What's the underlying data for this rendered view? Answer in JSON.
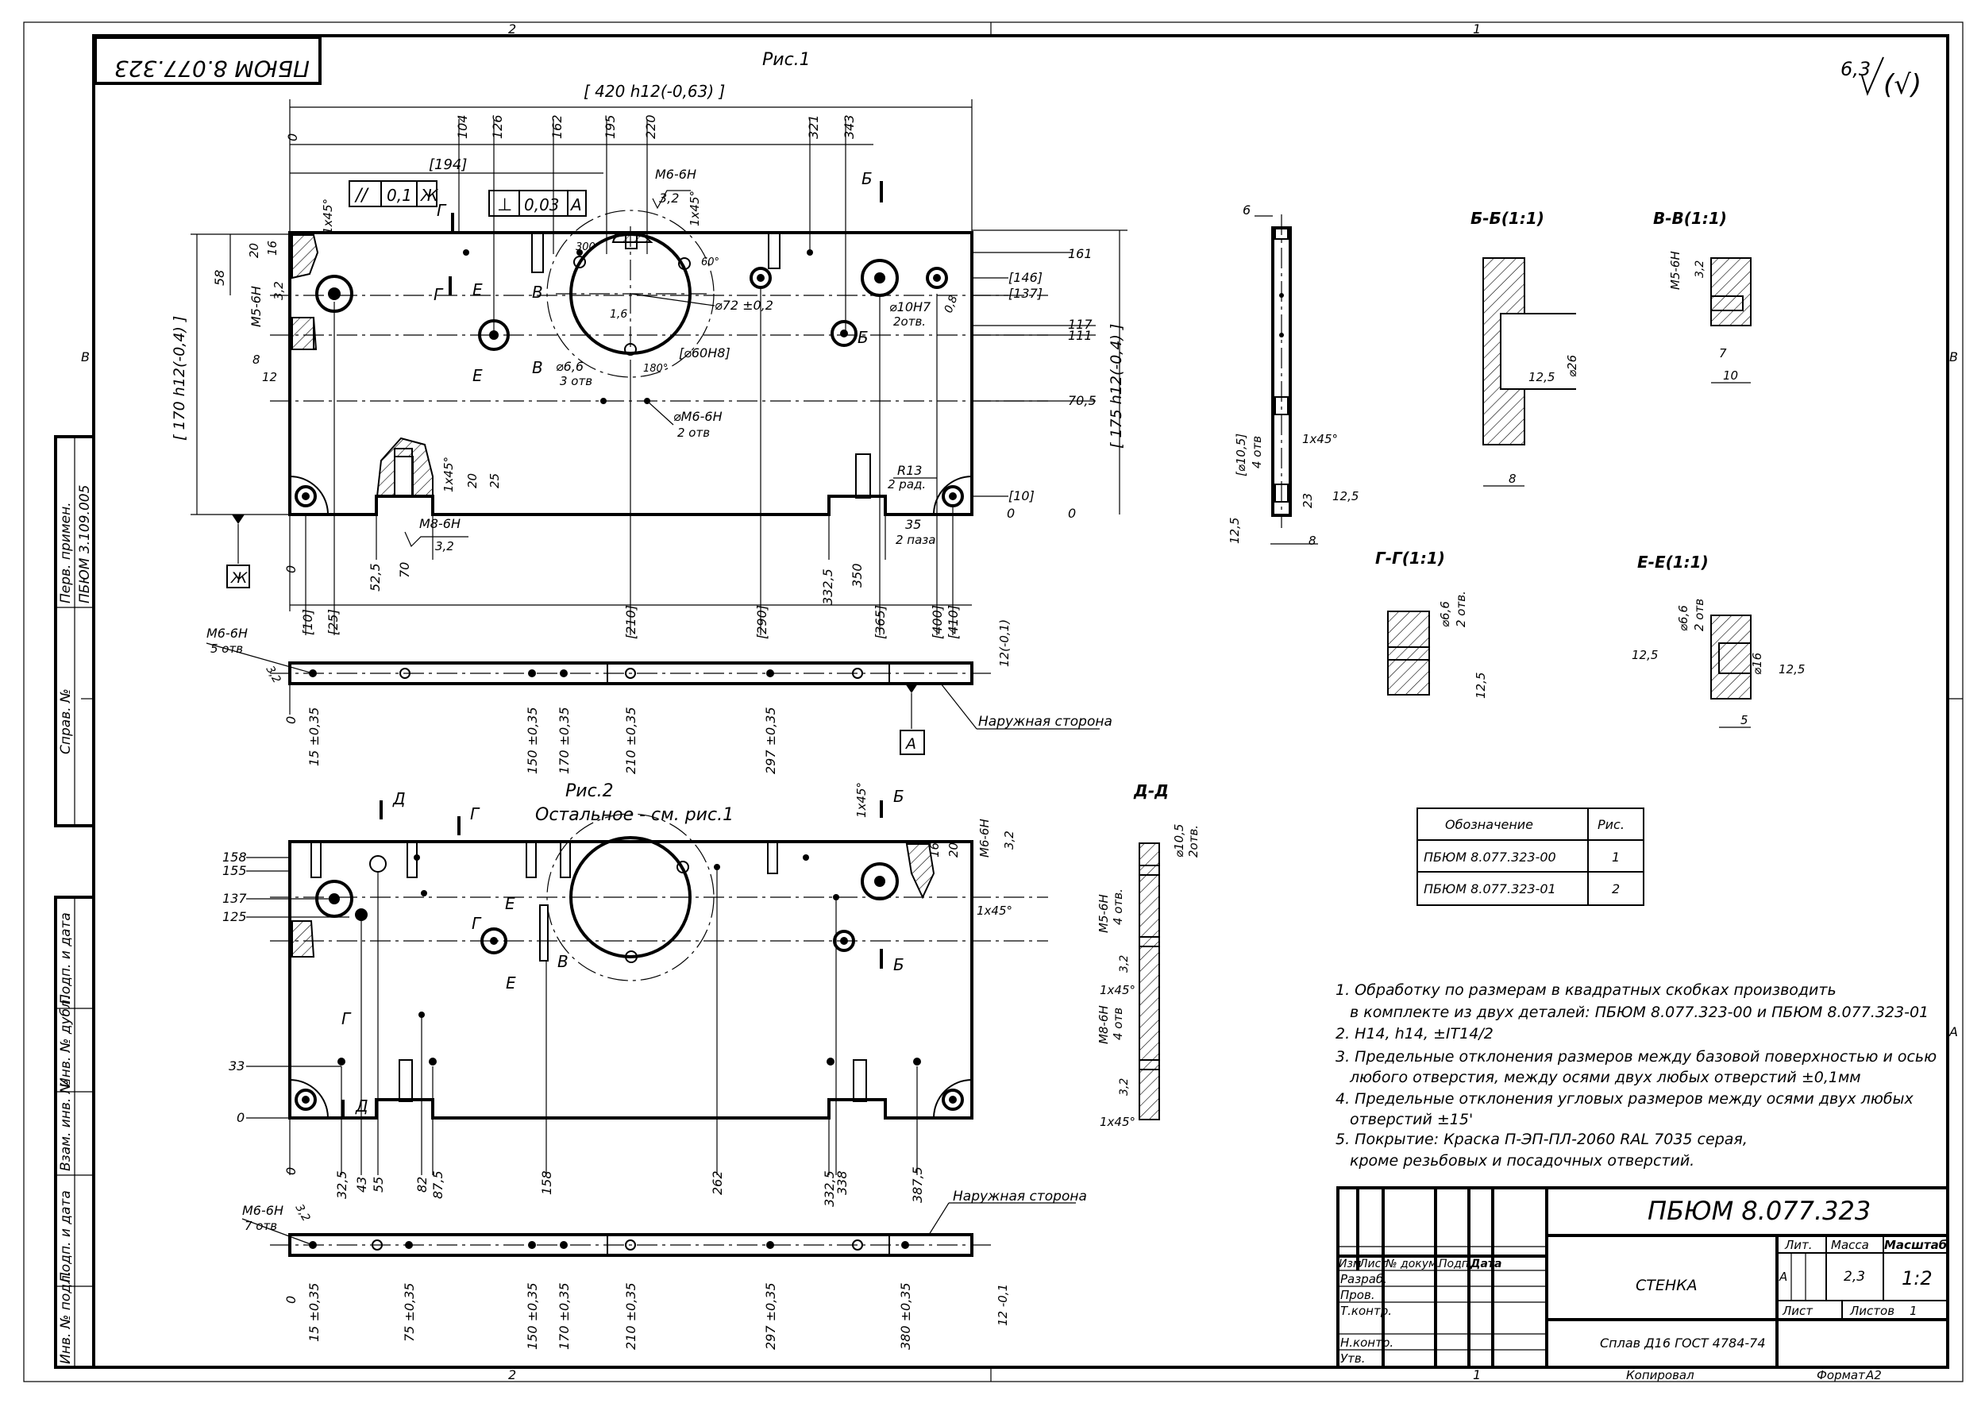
{
  "frame": {
    "zone_top_left": "2",
    "zone_top_right": "1",
    "zone_bottom_left": "2",
    "zone_bottom_right": "1",
    "zone_left_b": "B",
    "zone_right_b": "B",
    "zone_right_a": "A"
  },
  "stamp_code_mirrored": "ПБЮМ 8.077.323",
  "roughness": "6,3",
  "roughness_check": "(√)",
  "side_panels": {
    "perv_primen": "Перв. примен.",
    "perv_primen_value": "ПБЮМ 3.109.005",
    "sprav_no": "Справ. №",
    "podp_data_1": "Подп. и дата",
    "inv_dubl": "Инв. № дубл.",
    "vzam_inv": "Взам. инв. №",
    "podp_data_2": "Подп. и дата",
    "inv_podl": "Инв. № подл."
  },
  "fig1": {
    "caption": "Рис.1",
    "overall_width": "[ 420 h12(-0,63) ]",
    "top_dims": [
      "0",
      "104",
      "126",
      "162",
      "195",
      "220",
      "321",
      "343"
    ],
    "dim_194": "[194]",
    "tol_parallel": "//",
    "tol_parallel_val": "0,1",
    "tol_parallel_base": "Ж",
    "tol_perp": "⊥",
    "tol_perp_val": "0,03",
    "tol_perp_base": "A",
    "m6_top": "M6-6H",
    "r32_top": "3,2",
    "chamfer_top": "1x45°",
    "chamfer_left": "1x45°",
    "angle_300": "300",
    "angle_60": "60°",
    "angle_180": "180°",
    "d72": "⌀72 ±0,2",
    "d60": "[⌀60H8]",
    "d10h7": "⌀10H7",
    "d10h7_n": "2отв.",
    "d66": "⌀6,6",
    "d66_n": "3 отв",
    "dm6": "⌀M6-6H",
    "dm6_n": "2 отв",
    "r16": "1,6",
    "r08": "0,8",
    "m5": "M5-6H",
    "v32": "3,2",
    "dim_58": "58",
    "dim_20": "20",
    "dim_16": "16",
    "dim_8": "8",
    "dim_12": "12",
    "height_left": "[ 170 h12(-0,4) ]",
    "height_right": "[ 175 h12(-0,4) ]",
    "right_dims": [
      "161",
      "[146]",
      "[137]",
      "117",
      "111",
      "70,5",
      "[10]",
      "0",
      "0"
    ],
    "sect_b": "Б",
    "sect_v": "В",
    "sect_g": "Г",
    "sect_e": "Е",
    "r13": "R13",
    "r13_n": "2 рад.",
    "m8": "M8-6H",
    "m8_r": "3,2",
    "chamfer_m8": "1x45°",
    "dim_20b": "20",
    "dim_25": "25",
    "dim_35": "35",
    "dim_35_n": "2 паза",
    "base_zh": "Ж",
    "bottom_dims": [
      "0",
      "52,5",
      "70",
      "332,5",
      "350"
    ],
    "bracket_dims": [
      "[10]",
      "[25]",
      "[210]",
      "[290]",
      "[365]",
      "[400]",
      "[410]"
    ]
  },
  "strip1": {
    "m6": "M6-6H",
    "m6_n": "5 отв",
    "v32": "3,2",
    "thick": "12(-0,1)",
    "outer_side": "Наружная сторона",
    "base_a": "A",
    "dims": [
      "0",
      "15 ±0,35",
      "150 ±0,35",
      "170 ±0,35",
      "210 ±0,35",
      "297 ±0,35"
    ]
  },
  "fig2": {
    "caption": "Рис.2",
    "note": "Остальное - см. рис.1",
    "left_dims": [
      "158",
      "155",
      "137",
      "125",
      "33",
      "0"
    ],
    "bottom_dims": [
      "0",
      "32,5",
      "43",
      "55",
      "82",
      "87,5",
      "158",
      "262",
      "332,5",
      "338",
      "387,5"
    ],
    "sect_d": "Д",
    "sect_g": "Г",
    "sect_e": "Е",
    "sect_v": "В",
    "sect_b": "Б",
    "chamfer_top": "1x45°",
    "m6": "M6-6H",
    "r32": "3,2",
    "dim_16": "16",
    "dim_20": "20",
    "chamfer_r": "1x45°"
  },
  "strip2": {
    "m6": "M6-6H",
    "m6_n": "7 отв",
    "v32": "3,2",
    "outer_side": "Наружная сторона",
    "thick": "12 -0,1",
    "dims": [
      "0",
      "15 ±0,35",
      "75 ±0,35",
      "150 ±0,35",
      "170 ±0,35",
      "210 ±0,35",
      "297 ±0,35",
      "380 ±0,35"
    ]
  },
  "side_view": {
    "dim_6": "6",
    "d105": "[⌀10,5]",
    "d105_n": "4 отв",
    "chamfer": "1x45°",
    "dim_23": "23",
    "dim_125": "12,5",
    "dim_125b": "12,5",
    "dim_8": "8"
  },
  "section_bb": {
    "title": "Б-Б(1:1)",
    "d26": "⌀26",
    "r125": "12,5",
    "dim_8": "8"
  },
  "section_vv": {
    "title": "В-В(1:1)",
    "m5": "M5-6H",
    "r32": "3,2",
    "dim_7": "7",
    "dim_10": "10"
  },
  "section_gg": {
    "title": "Г-Г(1:1)",
    "d66": "⌀6,6",
    "d66_n": "2 отв.",
    "r125": "12,5"
  },
  "section_ee": {
    "title": "Е-Е(1:1)",
    "d66": "⌀6,6",
    "d66_n": "2 отв",
    "d16": "⌀16",
    "r125a": "12,5",
    "r125b": "12,5",
    "dim_5": "5"
  },
  "section_dd": {
    "title": "Д-Д",
    "d105": "⌀10,5",
    "d105_n": "2отв.",
    "m5": "M5-6H",
    "m5_n": "4 отв.",
    "r32a": "3,2",
    "chamfer_a": "1x45°",
    "m8": "M8-6H",
    "m8_n": "4 отв",
    "r32b": "3,2",
    "chamfer_b": "1x45°"
  },
  "variants_table": {
    "headers": [
      "Обозначение",
      "Рис."
    ],
    "rows": [
      [
        "ПБЮМ 8.077.323-00",
        "1"
      ],
      [
        "ПБЮМ 8.077.323-01",
        "2"
      ]
    ]
  },
  "notes": [
    "1. Обработку по размерам в квадратных скобках производить",
    "в комплекте из двух деталей: ПБЮМ 8.077.323-00 и ПБЮМ 8.077.323-01",
    "2. H14, h14, ±IT14/2",
    "3. Предельные отклонения размеров между базовой поверхностью и осью",
    "любого отверстия, между осями двух любых отверстий ±0,1мм",
    "4. Предельные отклонения угловых размеров между осями двух любых",
    "отверстий ±15'",
    "5. Покрытие: Краска П-ЭП-ПЛ-2060 RAL 7035 серая,",
    "кроме резьбовых и посадочных отверстий."
  ],
  "title_block": {
    "code": "ПБЮМ 8.077.323",
    "name": "СТЕНКА",
    "material": "Сплав Д16 ГОСТ 4784-74",
    "col_headers": [
      "Изм",
      "Лист",
      "№ докум.",
      "Подп.",
      "Дата"
    ],
    "roles": [
      "Разраб.",
      "Пров.",
      "Т.контр.",
      "",
      "Н.контр.",
      "Утв."
    ],
    "lit": "Лит.",
    "massa": "Масса",
    "masshtab": "Масштаб",
    "lit_val": "А",
    "mass_val": "2,3",
    "scale_val": "1:2",
    "list": "Лист",
    "listov": "Листов",
    "listov_val": "1",
    "kopiroval": "Копировал",
    "format": "Формат",
    "format_val": "A2"
  }
}
